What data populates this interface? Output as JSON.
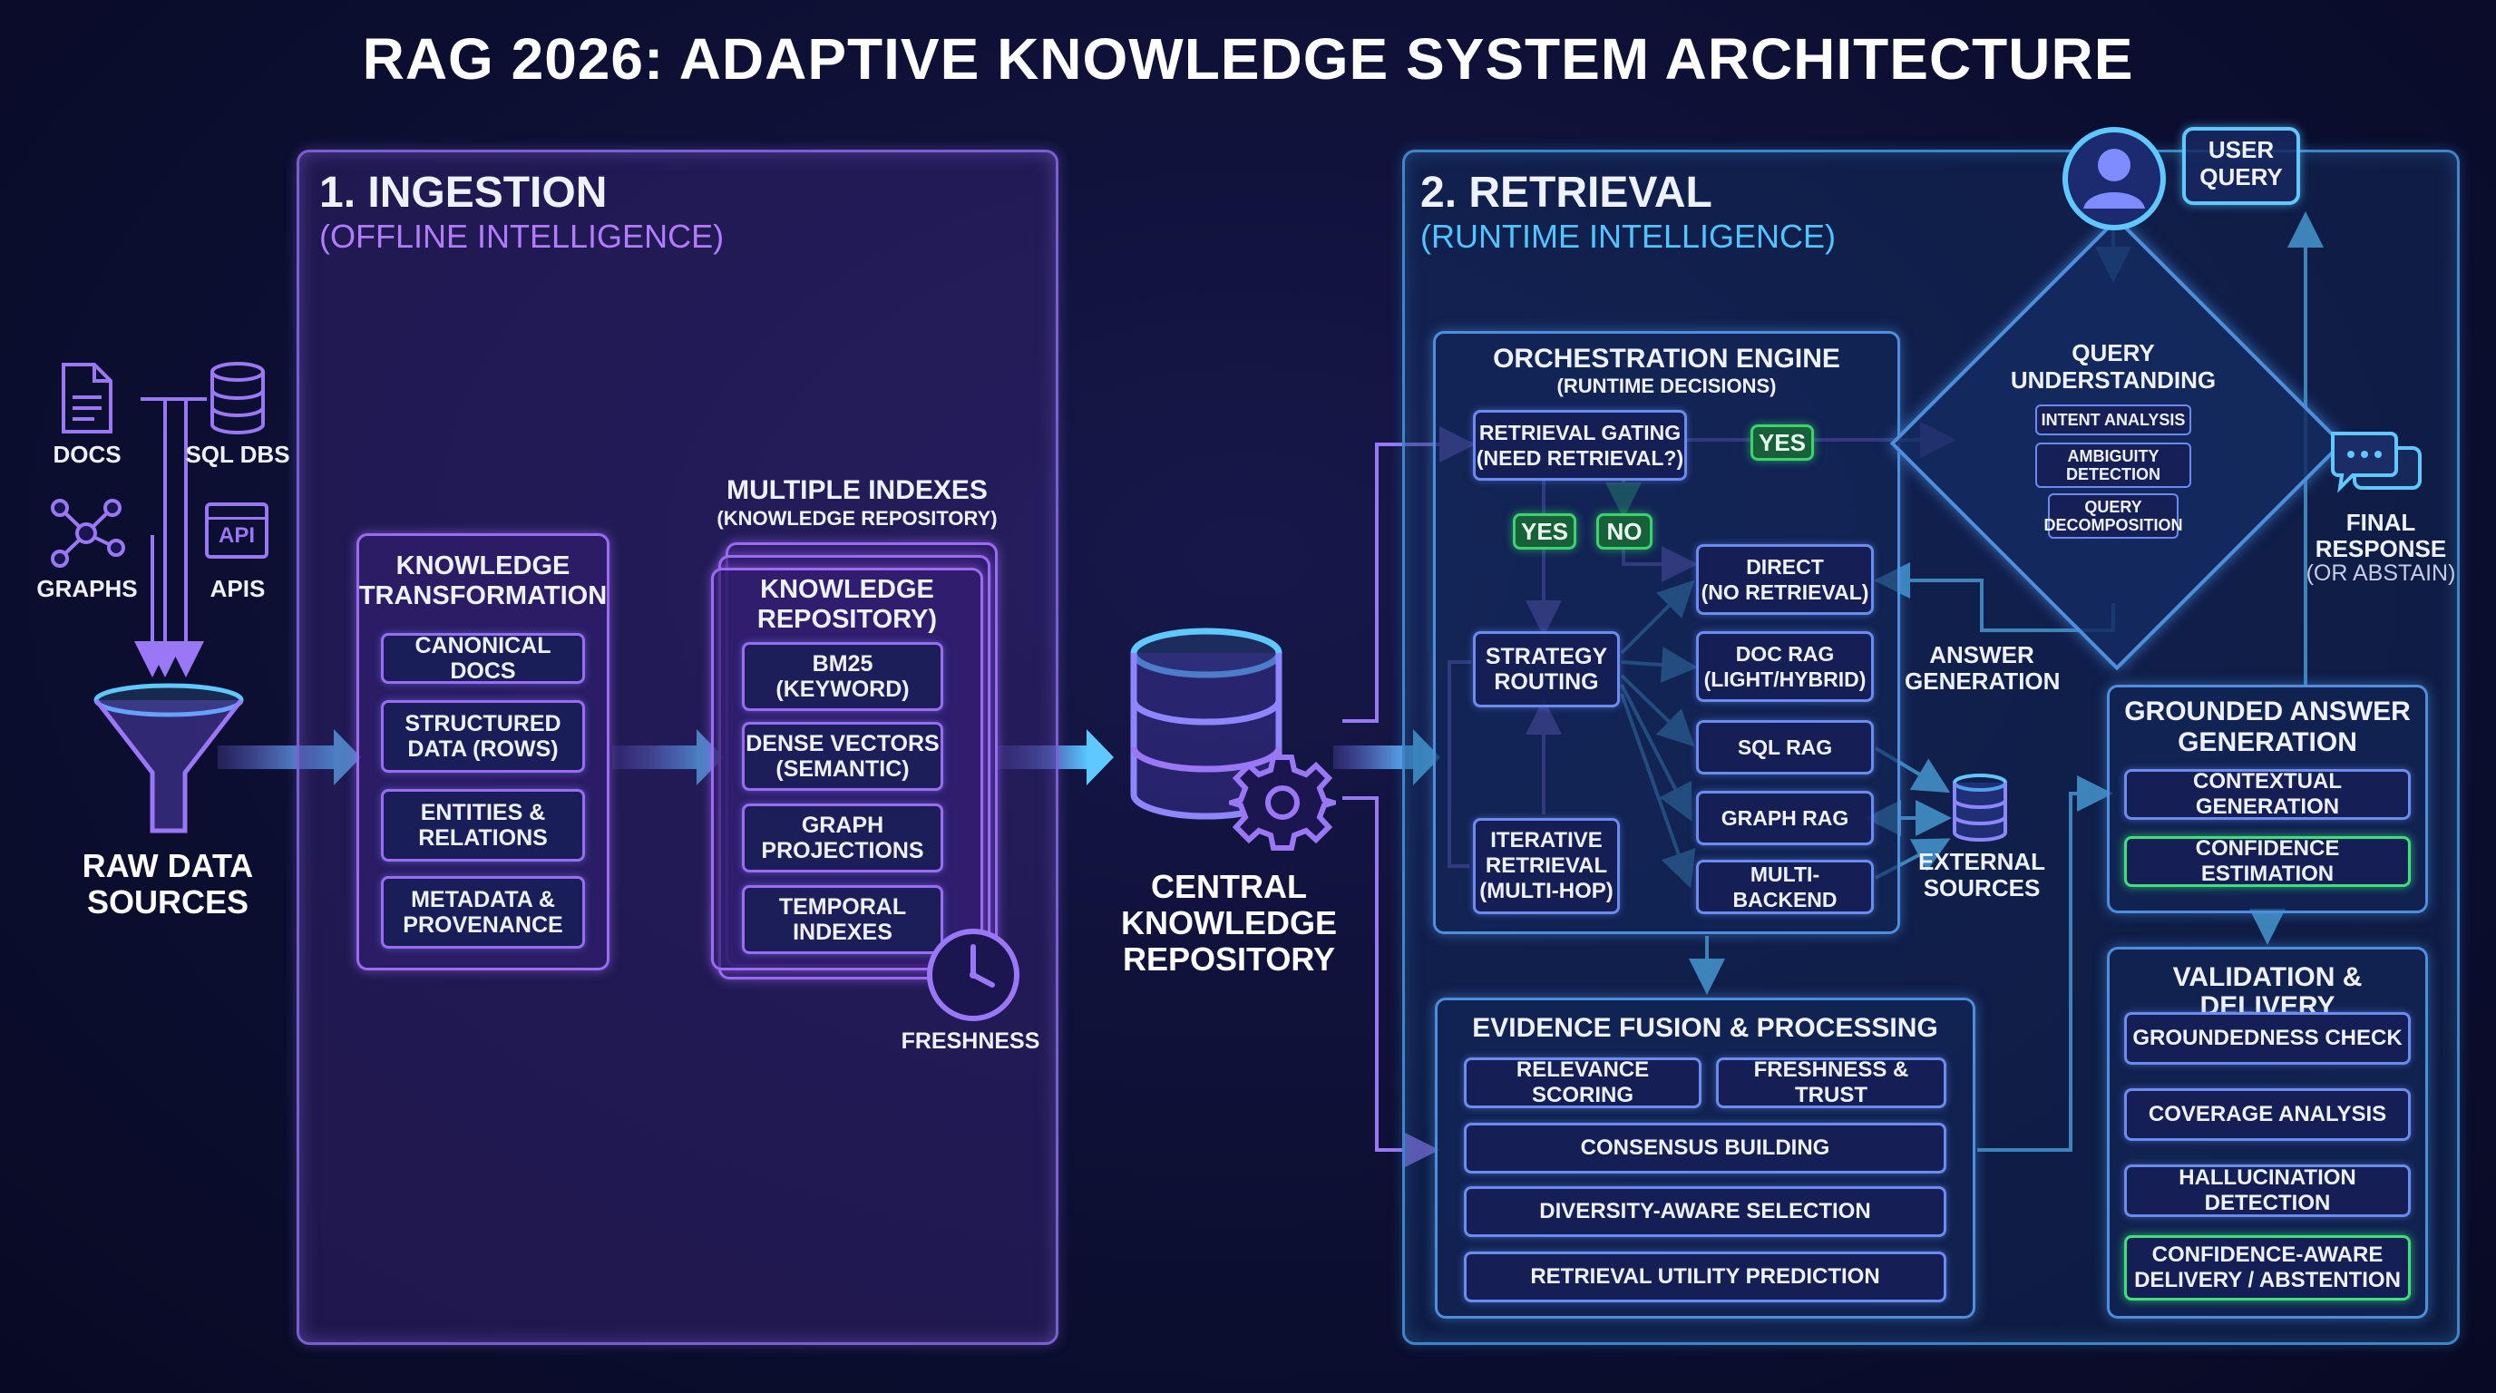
{
  "title": "RAG 2026: ADAPTIVE KNOWLEDGE SYSTEM ARCHITECTURE",
  "ingestion": {
    "title": "1. INGESTION",
    "subtitle": "(OFFLINE INTELLIGENCE)",
    "sources": {
      "docs": "DOCS",
      "sql_dbs": "SQL DBS",
      "graphs": "GRAPHS",
      "apis": "APIS",
      "api_badge": "API",
      "funnel_label": "RAW DATA\nSOURCES"
    },
    "transformation": {
      "title": "KNOWLEDGE\nTRANSFORMATION",
      "items": [
        "CANONICAL DOCS",
        "STRUCTURED\nDATA (ROWS)",
        "ENTITIES &\nRELATIONS",
        "METADATA &\nPROVENANCE"
      ]
    },
    "indexes": {
      "header": "MULTIPLE INDEXES",
      "header_sub": "(KNOWLEDGE REPOSITORY)",
      "title": "KNOWLEDGE\nREPOSITORY)",
      "items": [
        "BM25\n(KEYWORD)",
        "DENSE VECTORS\n(SEMANTIC)",
        "GRAPH\nPROJECTIONS",
        "TEMPORAL\nINDEXES"
      ],
      "freshness": "FRESHNESS"
    }
  },
  "central": {
    "label": "CENTRAL\nKNOWLEDGE\nREPOSITORY"
  },
  "retrieval": {
    "title": "2. RETRIEVAL",
    "subtitle": "(RUNTIME INTELLIGENCE)",
    "orchestration": {
      "title": "ORCHESTRATION ENGINE",
      "subtitle": "(RUNTIME DECISIONS)",
      "gating": "RETRIEVAL GATING\n(NEED RETRIEVAL?)",
      "yes_right": "YES",
      "yes_down": "YES",
      "no": "NO",
      "strategy": "STRATEGY\nROUTING",
      "iterative": "ITERATIVE\nRETRIEVAL\n(MULTI-HOP)",
      "backends": [
        "DIRECT\n(NO RETRIEVAL)",
        "DOC RAG\n(LIGHT/HYBRID)",
        "SQL RAG",
        "GRAPH RAG",
        "MULTI-BACKEND"
      ]
    },
    "query_understanding": {
      "title": "QUERY\nUNDERSTANDING",
      "items": [
        "INTENT ANALYSIS",
        "AMBIGUITY\nDETECTION",
        "QUERY\nDECOMPOSITION"
      ]
    },
    "user_query": "USER\nQUERY",
    "answer_generation_label": "ANSWER\nGENERATION",
    "external_sources": "EXTERNAL\nSOURCES",
    "final_response": "FINAL\nRESPONSE",
    "final_response_sub": "(OR ABSTAIN)",
    "grounded": {
      "title": "GROUNDED ANSWER\nGENERATION",
      "items": [
        "CONTEXTUAL GENERATION",
        "CONFIDENCE ESTIMATION"
      ]
    },
    "validation": {
      "title": "VALIDATION & DELIVERY",
      "items": [
        "GROUNDEDNESS CHECK",
        "COVERAGE ANALYSIS",
        "HALLUCINATION DETECTION",
        "CONFIDENCE-AWARE\nDELIVERY / ABSTENTION"
      ]
    },
    "evidence": {
      "title": "EVIDENCE FUSION & PROCESSING",
      "items": [
        "RELEVANCE SCORING",
        "FRESHNESS & TRUST",
        "CONSENSUS BUILDING",
        "DIVERSITY-AWARE SELECTION",
        "RETRIEVAL UTILITY PREDICTION"
      ]
    }
  },
  "colors": {
    "background": "#0d0f33",
    "ingestion_accent": "#7a5fd0",
    "retrieval_accent": "#3f86c8",
    "cyan_arrow": "#5ec8ff",
    "purple_arrow": "#8f6cf0",
    "green_tag": "#3ad36c"
  },
  "icons": [
    "document-icon",
    "database-icon",
    "graph-network-icon",
    "api-icon",
    "funnel-icon",
    "clock-icon",
    "gear-icon",
    "user-icon",
    "chat-bubble-icon"
  ]
}
